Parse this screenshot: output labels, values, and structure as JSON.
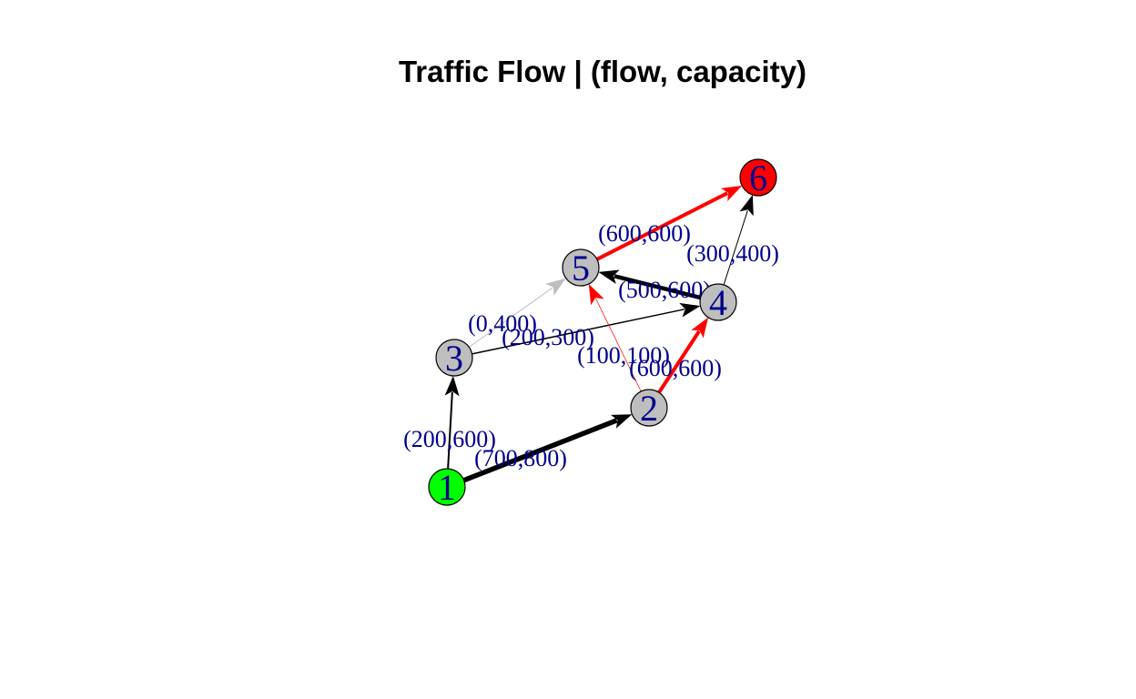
{
  "title": "Traffic Flow | (flow, capacity)",
  "colors": {
    "source": "#00FF00",
    "sink": "#FF0000",
    "node": "#BEBEBE",
    "saturated_edge": "#FF0000",
    "empty_edge": "#BEBEBE",
    "edge": "#000000",
    "label": "#00008B"
  },
  "nodes": [
    {
      "id": "1",
      "role": "source"
    },
    {
      "id": "2",
      "role": "node"
    },
    {
      "id": "3",
      "role": "node"
    },
    {
      "id": "4",
      "role": "node"
    },
    {
      "id": "5",
      "role": "node"
    },
    {
      "id": "6",
      "role": "sink"
    }
  ],
  "edges": [
    {
      "from": "1",
      "to": "2",
      "flow": 700,
      "capacity": 800,
      "label": "(700,800)"
    },
    {
      "from": "1",
      "to": "3",
      "flow": 200,
      "capacity": 600,
      "label": "(200,600)"
    },
    {
      "from": "3",
      "to": "5",
      "flow": 0,
      "capacity": 400,
      "label": "(0,400)"
    },
    {
      "from": "3",
      "to": "4",
      "flow": 200,
      "capacity": 300,
      "label": "(200,300)"
    },
    {
      "from": "2",
      "to": "5",
      "flow": 100,
      "capacity": 100,
      "label": "(100,100)"
    },
    {
      "from": "2",
      "to": "4",
      "flow": 600,
      "capacity": 600,
      "label": "(600,600)"
    },
    {
      "from": "4",
      "to": "5",
      "flow": 500,
      "capacity": 600,
      "label": "(500,600)"
    },
    {
      "from": "4",
      "to": "6",
      "flow": 300,
      "capacity": 400,
      "label": "(300,400)"
    },
    {
      "from": "5",
      "to": "6",
      "flow": 600,
      "capacity": 600,
      "label": "(600,600)"
    }
  ]
}
